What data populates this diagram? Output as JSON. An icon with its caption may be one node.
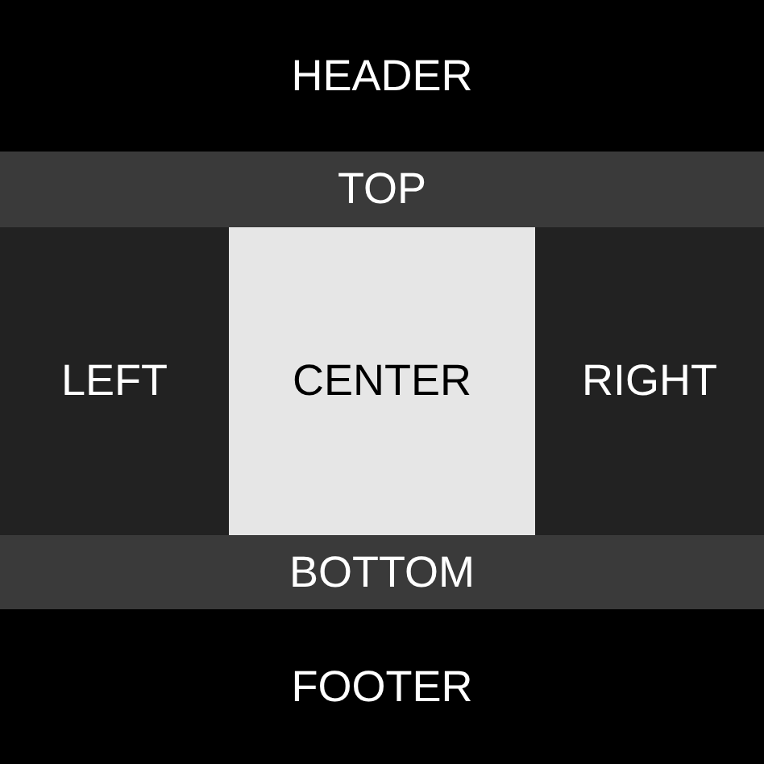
{
  "diagram": {
    "nodes": [
      {
        "text": [
          "HEADER"
        ]
      },
      {
        "text": [
          "TOP"
        ]
      },
      {
        "text": [
          "LEFT"
        ]
      },
      {
        "text": [
          "CENTER"
        ]
      },
      {
        "text": [
          "RIGHT"
        ]
      },
      {
        "text": [
          "BOTTOM"
        ]
      },
      {
        "text": [
          "FOOTER"
        ]
      }
    ]
  }
}
